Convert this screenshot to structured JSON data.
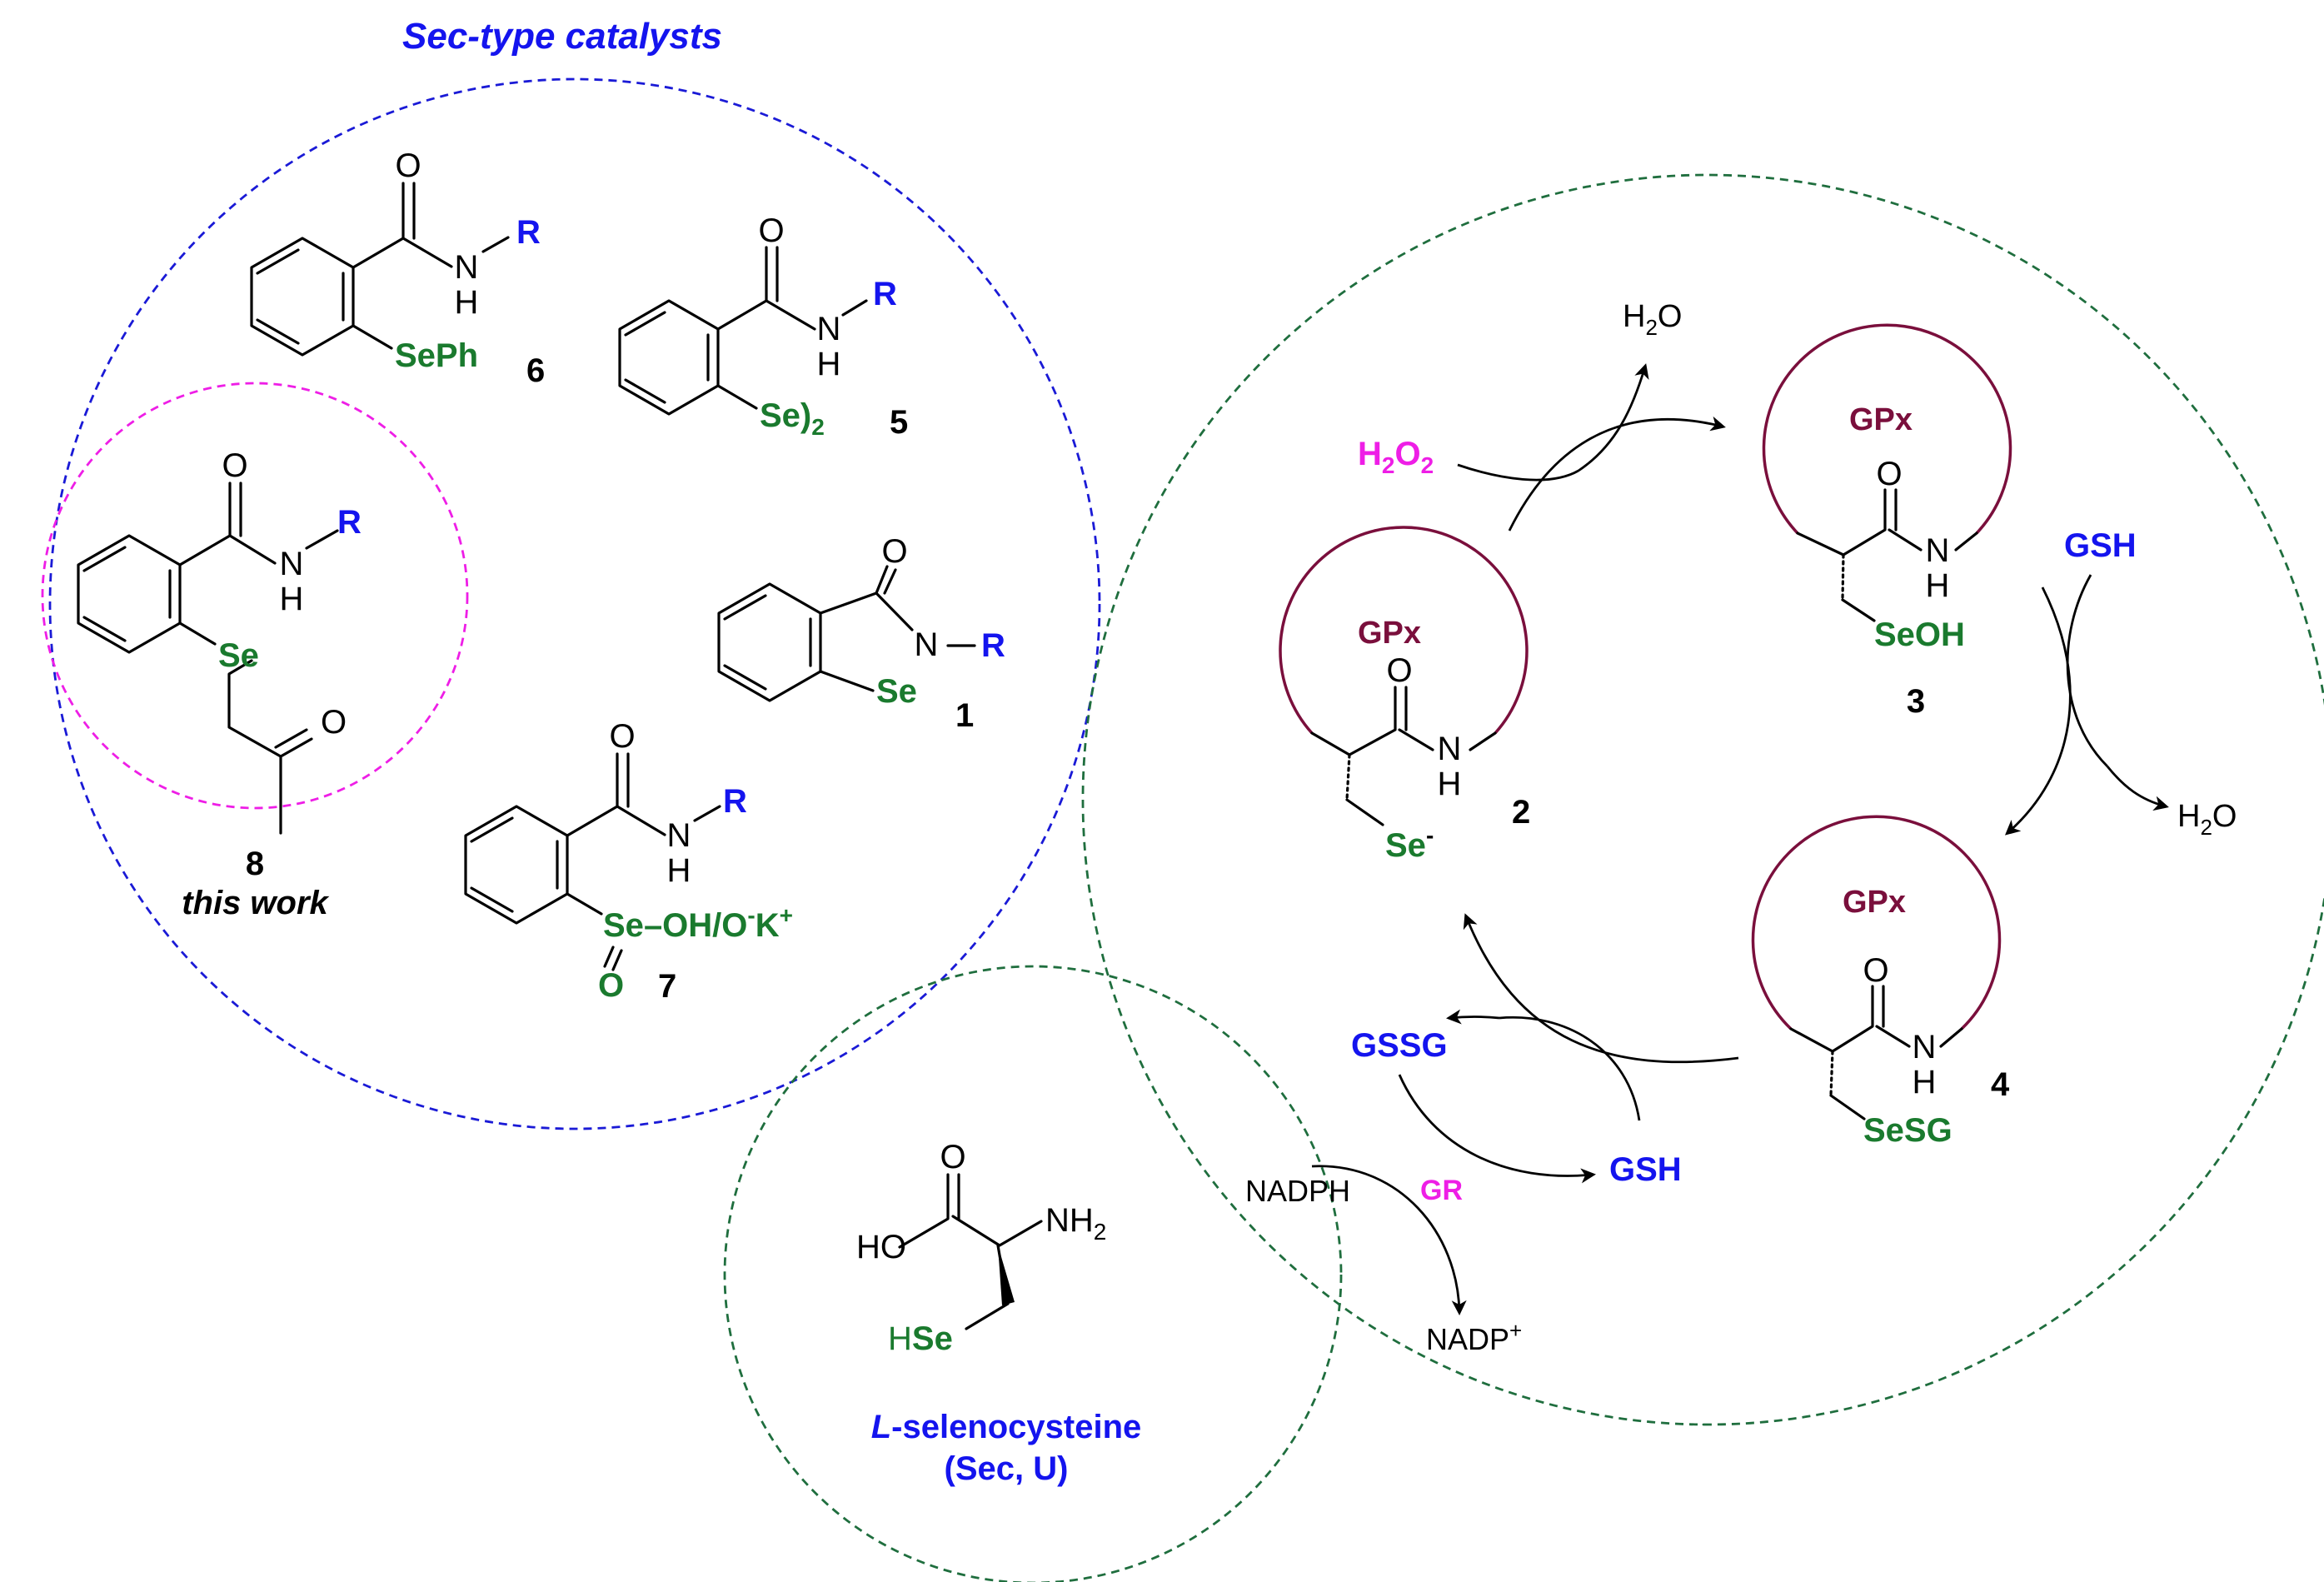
{
  "title": "Sec-type catalysts",
  "colors": {
    "blue": "#1414ee",
    "green": "#1a7a2e",
    "magenta": "#ee1ee6",
    "maroon": "#7a0f3c",
    "black": "#000000",
    "green_dash": "#1f6e3e",
    "blue_dash": "#1a1ad6",
    "magenta_dash": "#ee1ee6"
  },
  "compounds": {
    "c6": {
      "number": "6",
      "substituent": "SePh",
      "r": "R",
      "n": "N",
      "h": "H",
      "o": "O"
    },
    "c5": {
      "number": "5",
      "substituent": "Se)",
      "sub": "2",
      "r": "R",
      "n": "N",
      "h": "H",
      "o": "O"
    },
    "c8": {
      "number": "8",
      "caption": "this work",
      "se": "Se",
      "r": "R",
      "n": "N",
      "h": "H",
      "o": "O",
      "o2": "O"
    },
    "c1": {
      "number": "1",
      "se": "Se",
      "n": "N",
      "r": "R",
      "o": "O"
    },
    "c7": {
      "number": "7",
      "se": "Se",
      "tail": "–OH/O",
      "minus": "-",
      "k": "K",
      "plus": "+",
      "r": "R",
      "n": "N",
      "h": "H",
      "o": "O",
      "o2": "O"
    }
  },
  "selenocysteine": {
    "ho": "HO",
    "o": "O",
    "nh": "NH",
    "nh_sub": "2",
    "h": "H",
    "se": "Se",
    "name_italic": "L",
    "name_rest": "-selenocysteine",
    "abbrev": "(Sec, U)"
  },
  "cycle": {
    "enzyme_label": "GPx",
    "s2": {
      "number": "2",
      "group": "Se",
      "charge": "-"
    },
    "s3": {
      "number": "3",
      "group": "SeOH"
    },
    "s4": {
      "number": "4",
      "group": "SeSG"
    },
    "amide_o": "O",
    "amide_n": "N",
    "amide_h": "H",
    "h2o2_main": "H",
    "h2o2_sub": "2",
    "h2o2_o": "O",
    "h2o_h": "H",
    "h2o_sub": "2",
    "h2o_o": "O",
    "gsh": "GSH",
    "gssg": "GSSG",
    "gr": "GR",
    "nadph": "NADPH",
    "nadp": "NADP",
    "nadp_plus": "+"
  }
}
